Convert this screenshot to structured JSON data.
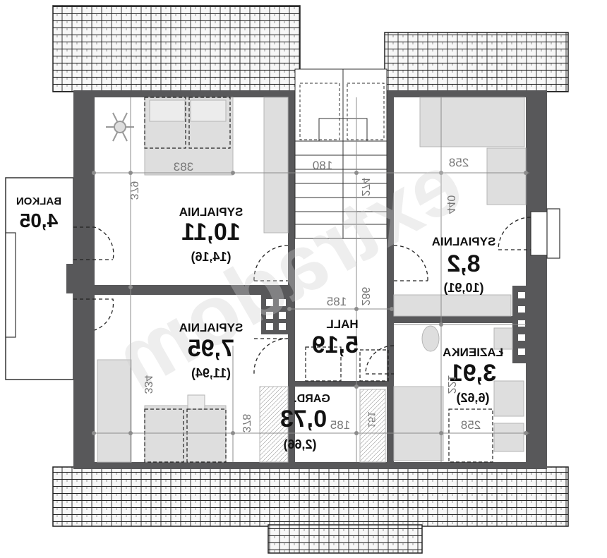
{
  "colors": {
    "wall": "#58585a",
    "roof_fill": "#f7f7f7",
    "roof_line": "#222222",
    "furniture": "#dedede",
    "grid_line": "#8c8c8c",
    "text": "#111111",
    "dim_text": "#777777"
  },
  "watermark": "extradom",
  "rooms": {
    "bedroom_nw": {
      "name": "SYPIALNIA",
      "area": "10,11",
      "area_total": "(14,16)"
    },
    "bedroom_ne": {
      "name": "SYPIALNIA",
      "area": "8,2",
      "area_total": "(10,91)"
    },
    "bedroom_sw": {
      "name": "SYPIALNIA",
      "area": "7,95",
      "area_total": "(11,94)"
    },
    "hall": {
      "name": "HALL",
      "area": "5,19"
    },
    "bathroom": {
      "name": "ŁAZIENKA",
      "area": "3,91",
      "area_total": "(6,62)"
    },
    "wardrobe": {
      "name": "GARD.",
      "area": "0,73",
      "area_total": "(2,66)"
    },
    "balcony": {
      "name": "BALKON",
      "area": "4,05"
    }
  },
  "dimensions": {
    "d_383": "383",
    "d_379": "379",
    "d_180": "180",
    "d_274": "274",
    "d_258_top": "258",
    "d_440": "440",
    "d_185_hall": "185",
    "d_286": "286",
    "d_334": "334",
    "d_378": "378",
    "d_185_gard": "185",
    "d_151": "151",
    "d_258_bottom": "258",
    "d_221": "221"
  }
}
